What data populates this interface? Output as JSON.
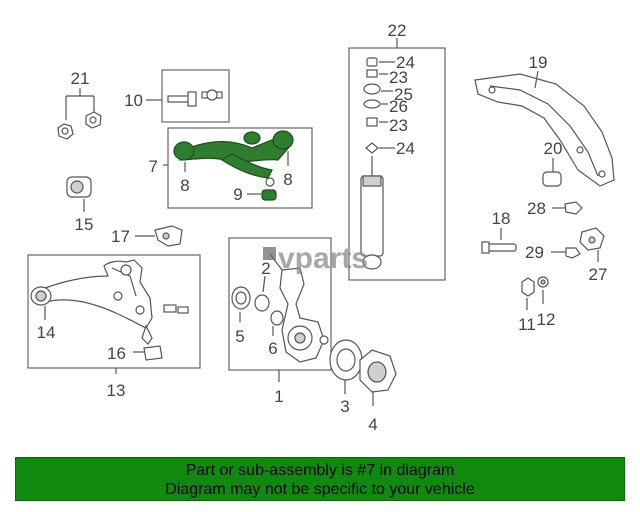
{
  "watermark": "vparts",
  "banner": {
    "line1": "Part or sub-assembly is #7 in diagram",
    "line2": "Diagram may not be specific to your vehicle"
  },
  "callouts": {
    "c1": "1",
    "c2": "2",
    "c3": "3",
    "c4": "4",
    "c5": "5",
    "c6": "6",
    "c7": "7",
    "c8a": "8",
    "c8b": "8",
    "c9": "9",
    "c10": "10",
    "c11": "11",
    "c12": "12",
    "c13": "13",
    "c14": "14",
    "c15": "15",
    "c16": "16",
    "c17": "17",
    "c18": "18",
    "c19": "19",
    "c20": "20",
    "c21": "21",
    "c22": "22",
    "c23a": "23",
    "c23b": "23",
    "c24a": "24",
    "c24b": "24",
    "c25": "25",
    "c26": "26",
    "c27": "27",
    "c28": "28",
    "c29": "29"
  },
  "colors": {
    "highlight": "#2f7d2f",
    "banner": "#0f8a0f"
  }
}
